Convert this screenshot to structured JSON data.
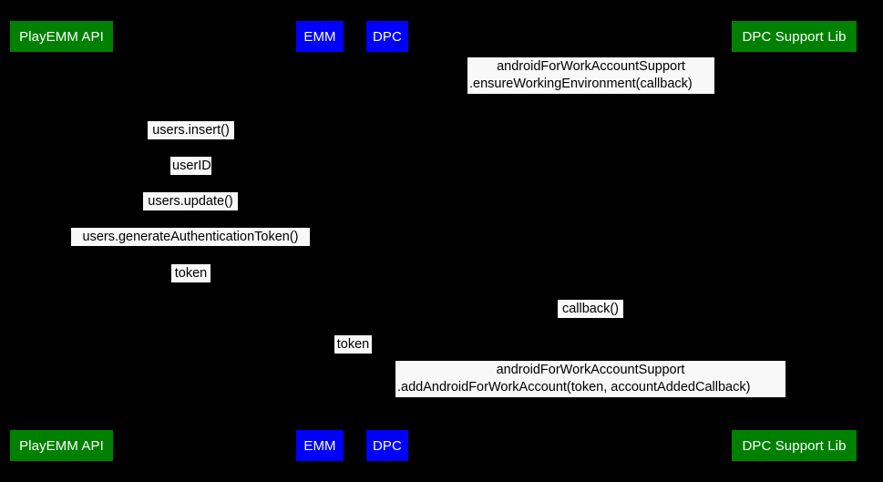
{
  "diagram": {
    "type": "sequence-diagram",
    "title": "",
    "background_color": "#000000",
    "label_background_color": "#f8f8f8",
    "participant_colors": {
      "green": "#008000",
      "blue": "#0000ff"
    },
    "participants": [
      {
        "id": "playemm-api",
        "label": "PlayEMM API",
        "color": "green"
      },
      {
        "id": "emm",
        "label": "EMM",
        "color": "blue"
      },
      {
        "id": "dpc",
        "label": "DPC",
        "color": "blue"
      },
      {
        "id": "dpc-support-lib",
        "label": "DPC Support Lib",
        "color": "green"
      }
    ],
    "messages": [
      {
        "index": 1,
        "from": "dpc",
        "to": "dpc-support-lib",
        "line1": "androidForWorkAccountSupport",
        "line2": ".ensureWorkingEnvironment(callback)"
      },
      {
        "index": 2,
        "from": "emm",
        "to": "playemm-api",
        "line1": "users.insert()",
        "line2": ""
      },
      {
        "index": 3,
        "from": "playemm-api",
        "to": "emm",
        "line1": "userID",
        "line2": ""
      },
      {
        "index": 4,
        "from": "emm",
        "to": "playemm-api",
        "line1": "users.update()",
        "line2": ""
      },
      {
        "index": 5,
        "from": "emm",
        "to": "playemm-api",
        "line1": "users.generateAuthenticationToken()",
        "line2": ""
      },
      {
        "index": 6,
        "from": "playemm-api",
        "to": "emm",
        "line1": "token",
        "line2": ""
      },
      {
        "index": 7,
        "from": "dpc-support-lib",
        "to": "dpc",
        "line1": "callback()",
        "line2": ""
      },
      {
        "index": 8,
        "from": "emm",
        "to": "dpc",
        "line1": "token",
        "line2": ""
      },
      {
        "index": 9,
        "from": "dpc",
        "to": "dpc-support-lib",
        "line1": "androidForWorkAccountSupport",
        "line2": ".addAndroidForWorkAccount(token, accountAddedCallback)"
      }
    ]
  }
}
